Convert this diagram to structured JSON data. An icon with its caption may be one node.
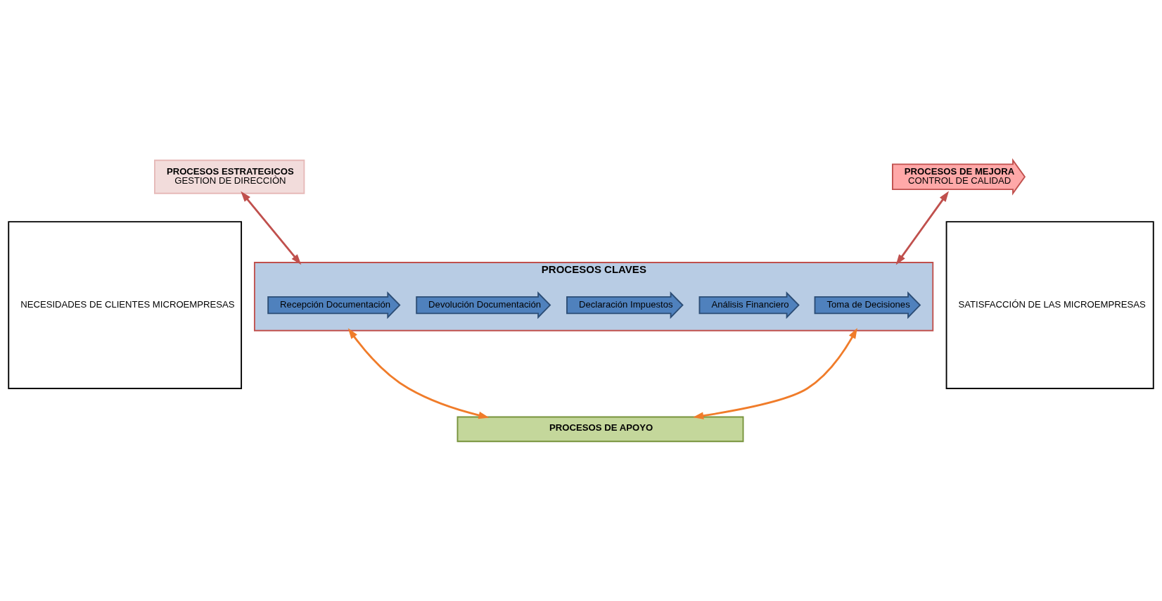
{
  "diagram": {
    "nodes": [
      {
        "text": [
          "NECESIDADES DE CLIENTES MICROEMPRESAS"
        ]
      },
      {
        "text": [
          "PROCESOS ESTRATEGICOS",
          "GESTION DE DIRECCIÒN"
        ]
      },
      {
        "text": [
          "PROCESOS DE MEJORA",
          "CONTROL DE CALIDAD"
        ]
      },
      {
        "text": [
          "PROCESOS CLAVES"
        ]
      },
      {
        "text": [
          "Recepción Documentación"
        ],
        "in": 3
      },
      {
        "text": [
          "Devolución Documentación"
        ],
        "in": 3
      },
      {
        "text": [
          "Declaración Impuestos"
        ],
        "in": 3
      },
      {
        "text": [
          "Análisis Financiero"
        ],
        "in": 3
      },
      {
        "text": [
          "Toma de Decisiones"
        ],
        "in": 3
      },
      {
        "text": [
          "PROCESOS DE APOYO"
        ]
      },
      {
        "text": [
          "SATISFACCIÓN DE LAS MICROEMPRESAS"
        ]
      }
    ],
    "edges": [
      {
        "from": 1,
        "to": 3,
        "arrow": "both",
        "color": "#c0504d"
      },
      {
        "from": 2,
        "to": 3,
        "arrow": "both",
        "color": "#c0504d"
      },
      {
        "from": 3,
        "to": 9,
        "arrow": "both",
        "color": "#f07c2a"
      },
      {
        "from": 3,
        "to": 9,
        "arrow": "both",
        "color": "#f07c2a"
      }
    ]
  }
}
